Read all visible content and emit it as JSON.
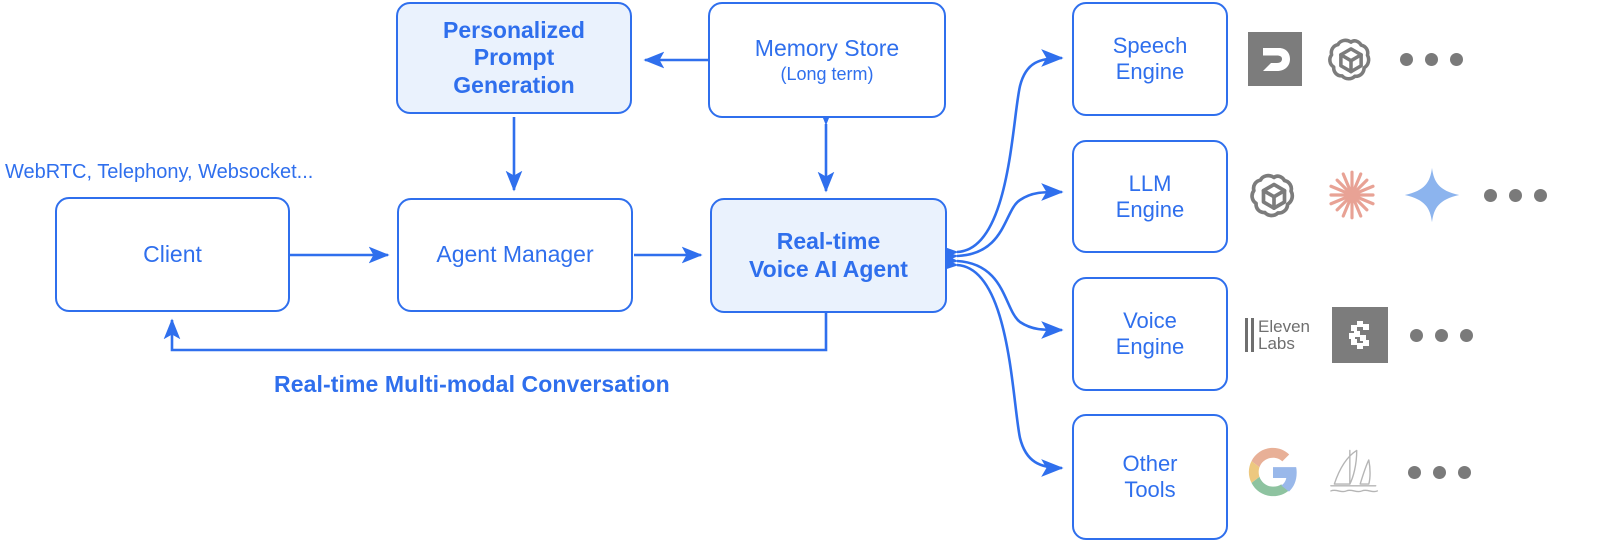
{
  "diagram": {
    "title_caption": "Real-time Multi-modal Conversation",
    "protocols_label": "WebRTC, Telephony, Websocket...",
    "accent_color": "#2f6fed",
    "tint_color": "#eaf2fd",
    "logo_gray": "#7c7c7c"
  },
  "nodes": {
    "prompt_generation": {
      "label": "Personalized\nPrompt\nGeneration",
      "line1": "Personalized",
      "line2": "Prompt",
      "line3": "Generation",
      "emphasis": "bold",
      "fill": "tinted"
    },
    "memory_store": {
      "line1": "Memory Store",
      "line2": "(Long term)",
      "emphasis": "normal",
      "fill": "white"
    },
    "client": {
      "label": "Client",
      "emphasis": "normal",
      "fill": "white"
    },
    "agent_manager": {
      "label": "Agent Manager",
      "emphasis": "normal",
      "fill": "white"
    },
    "voice_agent": {
      "line1": "Real-time",
      "line2": "Voice AI Agent",
      "emphasis": "bold",
      "fill": "tinted"
    }
  },
  "engines": [
    {
      "id": "speech-engine",
      "line1": "Speech",
      "line2": "Engine",
      "vendors": [
        "deepgram",
        "openai"
      ],
      "more": "..."
    },
    {
      "id": "llm-engine",
      "line1": "LLM",
      "line2": "Engine",
      "vendors": [
        "openai",
        "anthropic",
        "gemini"
      ],
      "more": "..."
    },
    {
      "id": "voice-engine",
      "line1": "Voice",
      "line2": "Engine",
      "vendors": [
        "elevenlabs",
        "cartesia"
      ],
      "more": "..."
    },
    {
      "id": "other-tools",
      "line1": "Other",
      "line2": "Tools",
      "vendors": [
        "google",
        "midjourney"
      ],
      "more": "..."
    }
  ],
  "vendor_labels": {
    "deepgram": "Deepgram",
    "openai": "OpenAI",
    "anthropic": "Anthropic",
    "gemini": "Gemini",
    "elevenlabs_line1": "Eleven",
    "elevenlabs_line2": "Labs",
    "cartesia": "Cartesia",
    "google": "Google",
    "midjourney": "Midjourney"
  },
  "edges": [
    {
      "from": "memory_store",
      "to": "prompt_generation",
      "direction": "one-way"
    },
    {
      "from": "prompt_generation",
      "to": "agent_manager",
      "direction": "one-way"
    },
    {
      "from": "memory_store",
      "to": "voice_agent",
      "direction": "two-way"
    },
    {
      "from": "client",
      "to": "agent_manager",
      "direction": "one-way"
    },
    {
      "from": "agent_manager",
      "to": "voice_agent",
      "direction": "one-way"
    },
    {
      "from": "voice_agent",
      "to": "client",
      "direction": "one-way",
      "label": "Real-time Multi-modal Conversation"
    },
    {
      "from": "voice_agent",
      "to": "speech-engine",
      "direction": "two-way"
    },
    {
      "from": "voice_agent",
      "to": "llm-engine",
      "direction": "two-way"
    },
    {
      "from": "voice_agent",
      "to": "voice-engine",
      "direction": "two-way"
    },
    {
      "from": "voice_agent",
      "to": "other-tools",
      "direction": "two-way"
    }
  ]
}
